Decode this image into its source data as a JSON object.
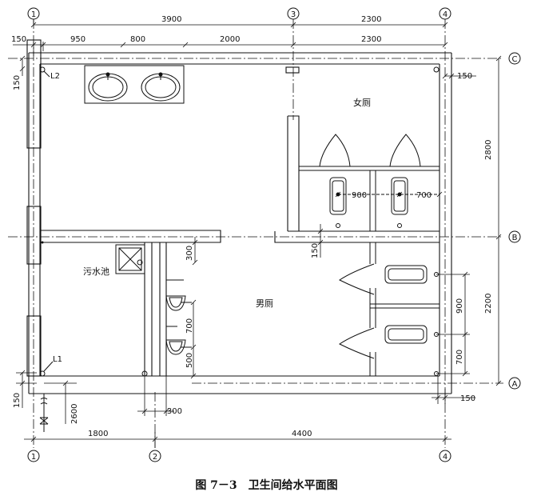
{
  "caption": "图 7－3　卫生间给水平面图",
  "axes": {
    "col_1": "1",
    "col_2": "2",
    "col_3": "3",
    "col_4": "4",
    "row_A": "A",
    "row_B": "B",
    "row_C": "C"
  },
  "rooms": {
    "women": "女厕",
    "men": "男厕",
    "mop_sink": "污水池"
  },
  "pipes": {
    "riser_1": "L1",
    "riser_2": "L2"
  },
  "dims": {
    "top_3900": "3900",
    "top_2300_a": "2300",
    "top_150": "150",
    "top_950": "950",
    "top_800": "800",
    "top_2000": "2000",
    "top_2300_b": "2300",
    "left_150_top": "150",
    "right_150_top": "150",
    "right_2800": "2800",
    "right_2200": "2200",
    "right_900": "900",
    "right_700": "700",
    "right_150_bottom": "150",
    "women_900": "900",
    "women_700": "700",
    "mid_150": "150",
    "mop_300": "300",
    "urinal_700": "700",
    "urinal_500": "500",
    "bottom_300": "300",
    "left_2600": "2600",
    "left_150_bottom": "150",
    "bottom_1800": "1800",
    "bottom_4400": "4400"
  }
}
